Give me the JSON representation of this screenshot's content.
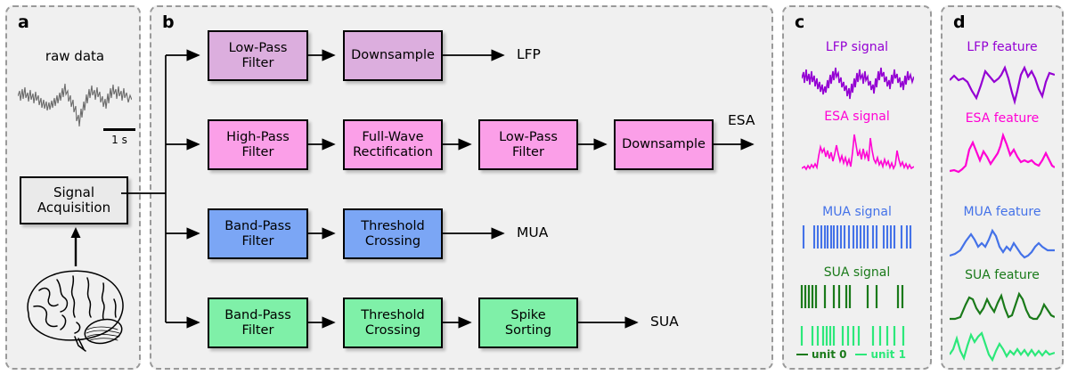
{
  "panels": {
    "a": {
      "letter": "a",
      "raw_title": "raw data",
      "scale_label": "1 s",
      "signal_acquisition": "Signal\nAcquisition",
      "signal_acquisition_line1": "Signal",
      "signal_acquisition_line2": "Acquisition",
      "raw_trace_color": "#6b6b6b"
    },
    "b": {
      "letter": "b",
      "rows": [
        {
          "id": "lfp",
          "color": "#dcaede",
          "output": "LFP",
          "stages": [
            {
              "line1": "Low-Pass",
              "line2": "Filter"
            },
            {
              "line1": "Downsample",
              "line2": ""
            }
          ]
        },
        {
          "id": "esa",
          "color": "#fb9fe8",
          "output": "ESA",
          "stages": [
            {
              "line1": "High-Pass",
              "line2": "Filter"
            },
            {
              "line1": "Full-Wave",
              "line2": "Rectification"
            },
            {
              "line1": "Low-Pass",
              "line2": "Filter"
            },
            {
              "line1": "Downsample",
              "line2": ""
            }
          ]
        },
        {
          "id": "mua",
          "color": "#7ba6f5",
          "output": "MUA",
          "stages": [
            {
              "line1": "Band-Pass",
              "line2": "Filter"
            },
            {
              "line1": "Threshold",
              "line2": "Crossing"
            }
          ]
        },
        {
          "id": "sua",
          "color": "#7ff0a8",
          "output": "SUA",
          "stages": [
            {
              "line1": "Band-Pass",
              "line2": "Filter"
            },
            {
              "line1": "Threshold",
              "line2": "Crossing"
            },
            {
              "line1": "Spike",
              "line2": "Sorting"
            }
          ]
        }
      ]
    },
    "c": {
      "letter": "c",
      "traces": [
        {
          "name": "lfp-signal",
          "title": "LFP signal",
          "color": "#9400d3",
          "kind": "noisy-wave"
        },
        {
          "name": "esa-signal",
          "title": "ESA signal",
          "color": "#ff00d4",
          "kind": "rectified-envelope"
        },
        {
          "name": "mua-signal",
          "title": "MUA signal",
          "color": "#4472e8",
          "kind": "raster"
        },
        {
          "name": "sua-signal",
          "title": "SUA signal",
          "color": "#1a7a1a",
          "kind": "raster-two-unit"
        }
      ],
      "legend": [
        {
          "label": "unit 0",
          "color": "#1a7a1a"
        },
        {
          "label": "unit 1",
          "color": "#2ce87a"
        }
      ]
    },
    "d": {
      "letter": "d",
      "traces": [
        {
          "name": "lfp-feature",
          "title": "LFP feature",
          "color": "#9400d3"
        },
        {
          "name": "esa-feature",
          "title": "ESA feature",
          "color": "#ff00d4"
        },
        {
          "name": "mua-feature",
          "title": "MUA feature",
          "color": "#4472e8"
        },
        {
          "name": "sua-feature-unit0",
          "title": "SUA feature",
          "color": "#1a7a1a"
        },
        {
          "name": "sua-feature-unit1",
          "title": "",
          "color": "#2ce87a"
        }
      ]
    }
  },
  "colors": {
    "background": "#f0f0f0",
    "panel_border": "#9a9a9a",
    "lfp": "#9400d3",
    "esa": "#ff00d4",
    "mua": "#4472e8",
    "sua_unit0": "#1a7a1a",
    "sua_unit1": "#2ce87a",
    "box_lfp": "#dcaede",
    "box_esa": "#fb9fe8",
    "box_mua": "#7ba6f5",
    "box_sua": "#7ff0a8"
  }
}
